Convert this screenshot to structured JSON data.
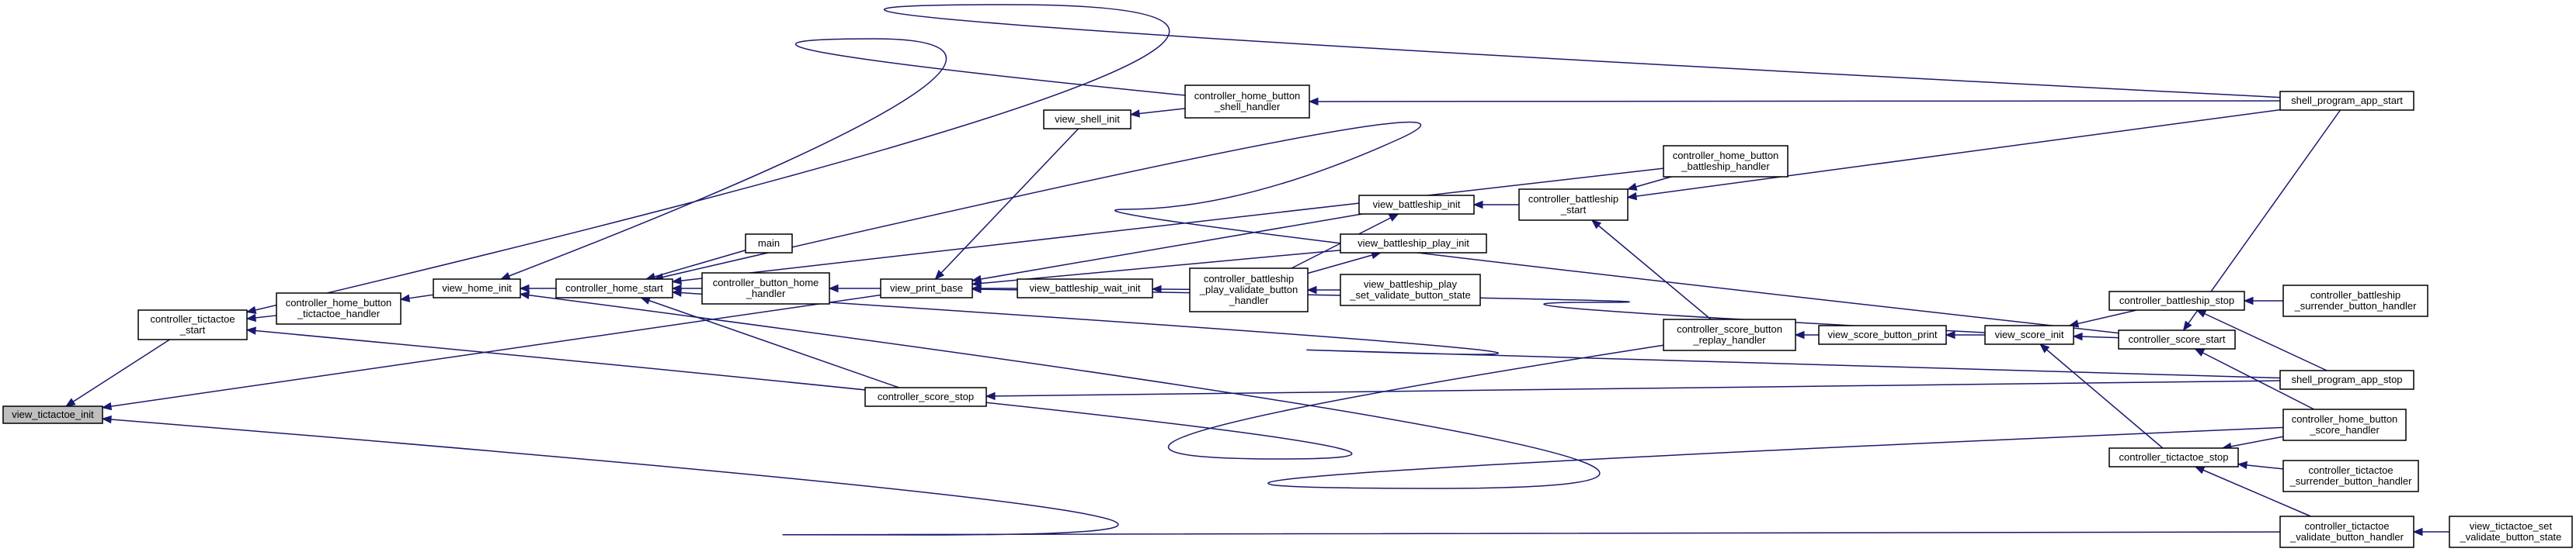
{
  "graph": {
    "title": "",
    "nodes": [
      {
        "id": "view_tictactoe_init",
        "lines": [
          "view_tictactoe_init"
        ],
        "highlight": true
      },
      {
        "id": "controller_tictactoe_start",
        "lines": [
          "controller_tictactoe",
          "_start"
        ]
      },
      {
        "id": "controller_home_button_tictactoe_handler",
        "lines": [
          "controller_home_button",
          "_tictactoe_handler"
        ]
      },
      {
        "id": "view_home_init",
        "lines": [
          "view_home_init"
        ]
      },
      {
        "id": "controller_home_start",
        "lines": [
          "controller_home_start"
        ]
      },
      {
        "id": "main",
        "lines": [
          "main"
        ]
      },
      {
        "id": "controller_button_home_handler",
        "lines": [
          "controller_button_home",
          "_handler"
        ]
      },
      {
        "id": "view_print_base",
        "lines": [
          "view_print_base"
        ]
      },
      {
        "id": "controller_score_stop",
        "lines": [
          "controller_score_stop"
        ]
      },
      {
        "id": "view_shell_init",
        "lines": [
          "view_shell_init"
        ]
      },
      {
        "id": "view_battleship_wait_init",
        "lines": [
          "view_battleship_wait_init"
        ]
      },
      {
        "id": "controller_home_button_shell_handler",
        "lines": [
          "controller_home_button",
          "_shell_handler"
        ]
      },
      {
        "id": "view_battleship_init",
        "lines": [
          "view_battleship_init"
        ]
      },
      {
        "id": "view_battleship_play_init",
        "lines": [
          "view_battleship_play_init"
        ]
      },
      {
        "id": "controller_battleship_play_validate_button_handler",
        "lines": [
          "controller_battleship",
          "_play_validate_button",
          "_handler"
        ]
      },
      {
        "id": "view_battleship_play_set_validate_button_state",
        "lines": [
          "view_battleship_play",
          "_set_validate_button_state"
        ]
      },
      {
        "id": "controller_battleship_start",
        "lines": [
          "controller_battleship",
          "_start"
        ]
      },
      {
        "id": "controller_home_button_battleship_handler",
        "lines": [
          "controller_home_button",
          "_battleship_handler"
        ]
      },
      {
        "id": "controller_score_button_replay_handler",
        "lines": [
          "controller_score_button",
          "_replay_handler"
        ]
      },
      {
        "id": "view_score_button_print",
        "lines": [
          "view_score_button_print"
        ]
      },
      {
        "id": "view_score_init",
        "lines": [
          "view_score_init"
        ]
      },
      {
        "id": "controller_battleship_stop",
        "lines": [
          "controller_battleship_stop"
        ]
      },
      {
        "id": "controller_score_start",
        "lines": [
          "controller_score_start"
        ]
      },
      {
        "id": "controller_tictactoe_stop",
        "lines": [
          "controller_tictactoe_stop"
        ]
      },
      {
        "id": "controller_tictactoe_validate_button_handler",
        "lines": [
          "controller_tictactoe",
          "_validate_button_handler"
        ]
      },
      {
        "id": "view_tictactoe_set_validate_button_state",
        "lines": [
          "view_tictactoe_set",
          "_validate_button_state"
        ]
      },
      {
        "id": "shell_program_app_start",
        "lines": [
          "shell_program_app_start"
        ]
      },
      {
        "id": "controller_battleship_surrender_button_handler",
        "lines": [
          "controller_battleship",
          "_surrender_button_handler"
        ]
      },
      {
        "id": "shell_program_app_stop",
        "lines": [
          "shell_program_app_stop"
        ]
      },
      {
        "id": "controller_home_button_score_handler",
        "lines": [
          "controller_home_button",
          "_score_handler"
        ]
      },
      {
        "id": "controller_tictactoe_surrender_button_handler",
        "lines": [
          "controller_tictactoe",
          "_surrender_button_handler"
        ]
      }
    ],
    "edges": [
      {
        "from": "controller_tictactoe_start",
        "to": "view_tictactoe_init"
      },
      {
        "from": "view_print_base",
        "to": "view_tictactoe_init"
      },
      {
        "from": "controller_tictactoe_validate_button_handler",
        "to": "view_tictactoe_init"
      },
      {
        "from": "controller_home_button_tictactoe_handler",
        "to": "controller_tictactoe_start"
      },
      {
        "from": "shell_program_app_start",
        "to": "controller_tictactoe_start"
      },
      {
        "from": "controller_score_button_replay_handler",
        "to": "controller_tictactoe_start"
      },
      {
        "from": "view_home_init",
        "to": "controller_home_button_tictactoe_handler"
      },
      {
        "from": "controller_home_start",
        "to": "view_home_init"
      },
      {
        "from": "controller_home_button_shell_handler",
        "to": "view_home_init"
      },
      {
        "from": "controller_home_button_score_handler",
        "to": "view_home_init"
      },
      {
        "from": "main",
        "to": "controller_home_start"
      },
      {
        "from": "controller_button_home_handler",
        "to": "controller_home_start"
      },
      {
        "from": "controller_score_stop",
        "to": "controller_home_start"
      },
      {
        "from": "controller_home_button_battleship_handler",
        "to": "controller_home_start"
      },
      {
        "from": "shell_program_app_stop",
        "to": "controller_home_start"
      },
      {
        "from": "controller_score_start",
        "to": "controller_home_start"
      },
      {
        "from": "view_print_base",
        "to": "controller_button_home_handler"
      },
      {
        "from": "view_shell_init",
        "to": "view_print_base"
      },
      {
        "from": "view_battleship_wait_init",
        "to": "view_print_base"
      },
      {
        "from": "view_battleship_init",
        "to": "view_print_base"
      },
      {
        "from": "view_battleship_play_init",
        "to": "view_print_base"
      },
      {
        "from": "view_score_init",
        "to": "view_print_base"
      },
      {
        "from": "shell_program_app_stop",
        "to": "controller_score_stop"
      },
      {
        "from": "controller_home_button_shell_handler",
        "to": "view_shell_init"
      },
      {
        "from": "shell_program_app_start",
        "to": "controller_home_button_shell_handler"
      },
      {
        "from": "controller_battleship_play_validate_button_handler",
        "to": "view_battleship_wait_init"
      },
      {
        "from": "controller_battleship_start",
        "to": "view_battleship_init"
      },
      {
        "from": "controller_battleship_play_validate_button_handler",
        "to": "view_battleship_init"
      },
      {
        "from": "controller_battleship_play_validate_button_handler",
        "to": "view_battleship_play_init"
      },
      {
        "from": "view_battleship_play_set_validate_button_state",
        "to": "controller_battleship_play_validate_button_handler"
      },
      {
        "from": "controller_home_button_battleship_handler",
        "to": "controller_battleship_start"
      },
      {
        "from": "controller_score_button_replay_handler",
        "to": "controller_battleship_start"
      },
      {
        "from": "shell_program_app_start",
        "to": "controller_battleship_start"
      },
      {
        "from": "view_score_button_print",
        "to": "controller_score_button_replay_handler"
      },
      {
        "from": "view_score_init",
        "to": "view_score_button_print"
      },
      {
        "from": "controller_battleship_stop",
        "to": "view_score_init"
      },
      {
        "from": "controller_score_start",
        "to": "view_score_init"
      },
      {
        "from": "controller_tictactoe_stop",
        "to": "view_score_init"
      },
      {
        "from": "controller_battleship_surrender_button_handler",
        "to": "controller_battleship_stop"
      },
      {
        "from": "shell_program_app_stop",
        "to": "controller_battleship_stop"
      },
      {
        "from": "shell_program_app_start",
        "to": "controller_score_start"
      },
      {
        "from": "controller_home_button_score_handler",
        "to": "controller_score_start"
      },
      {
        "from": "controller_home_button_score_handler",
        "to": "controller_tictactoe_stop"
      },
      {
        "from": "controller_tictactoe_surrender_button_handler",
        "to": "controller_tictactoe_stop"
      },
      {
        "from": "controller_tictactoe_validate_button_handler",
        "to": "controller_tictactoe_stop"
      },
      {
        "from": "view_tictactoe_set_validate_button_state",
        "to": "controller_tictactoe_validate_button_handler"
      }
    ]
  }
}
